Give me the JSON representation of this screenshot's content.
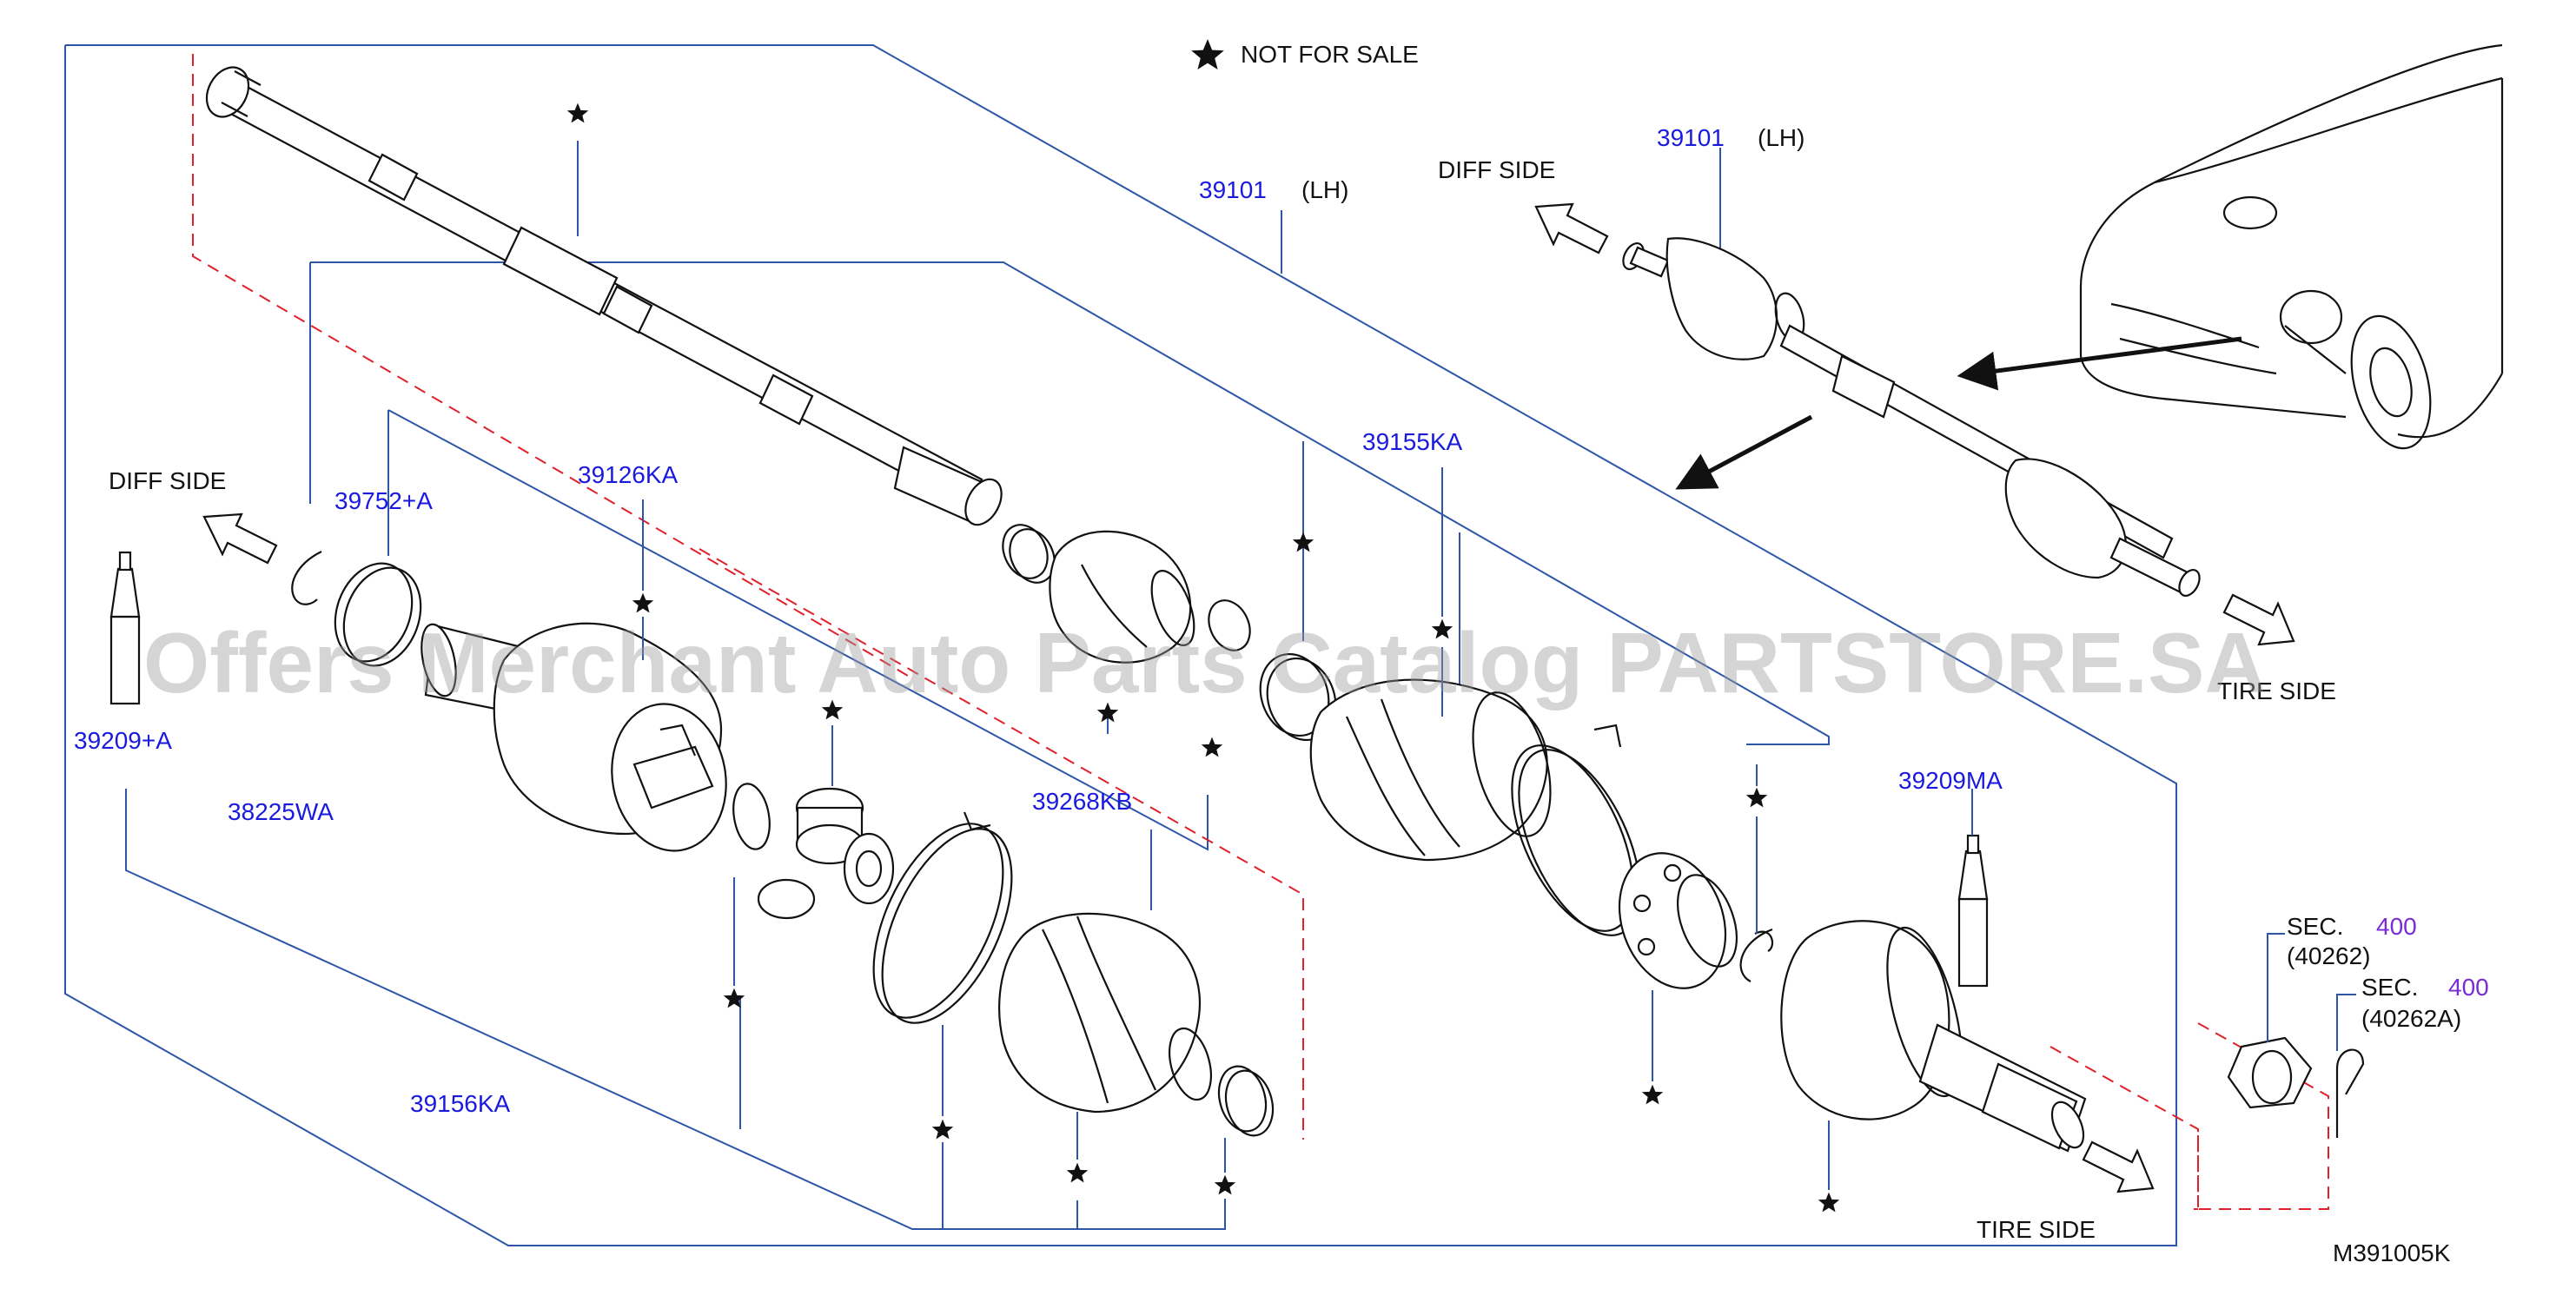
{
  "legend": {
    "text": "NOT FOR SALE"
  },
  "watermark": "Offers Merchant Auto Parts Catalog PARTSTORE.SA",
  "diagram_code": "M391005K",
  "side_labels": {
    "diff_side_left": "DIFF  SIDE",
    "diff_side_inset": "DIFF  SIDE",
    "tire_side_inset": "TIRE  SIDE",
    "tire_side_main": "TIRE  SIDE"
  },
  "parts": {
    "p39101_main": "39101",
    "p39101_main_suffix": "(LH)",
    "p39101_inset": "39101",
    "p39101_inset_suffix": "(LH)",
    "p39752": "39752+A",
    "p39126": "39126KA",
    "p39155": "39155KA",
    "p39209a": "39209+A",
    "p38225": "38225WA",
    "p39268": "39268KB",
    "p39209ma": "39209MA",
    "p39156": "39156KA",
    "sec1_prefix": "SEC.",
    "sec1_num": "400",
    "sec1_ref": "(40262)",
    "sec2_prefix": "SEC.",
    "sec2_num": "400",
    "sec2_ref": "(40262A)"
  },
  "colors": {
    "part_number": "#1a1adf",
    "section_number": "#7a2bd6",
    "leader_line": "#2e56a8",
    "dashed_guide": "#e0202a"
  }
}
